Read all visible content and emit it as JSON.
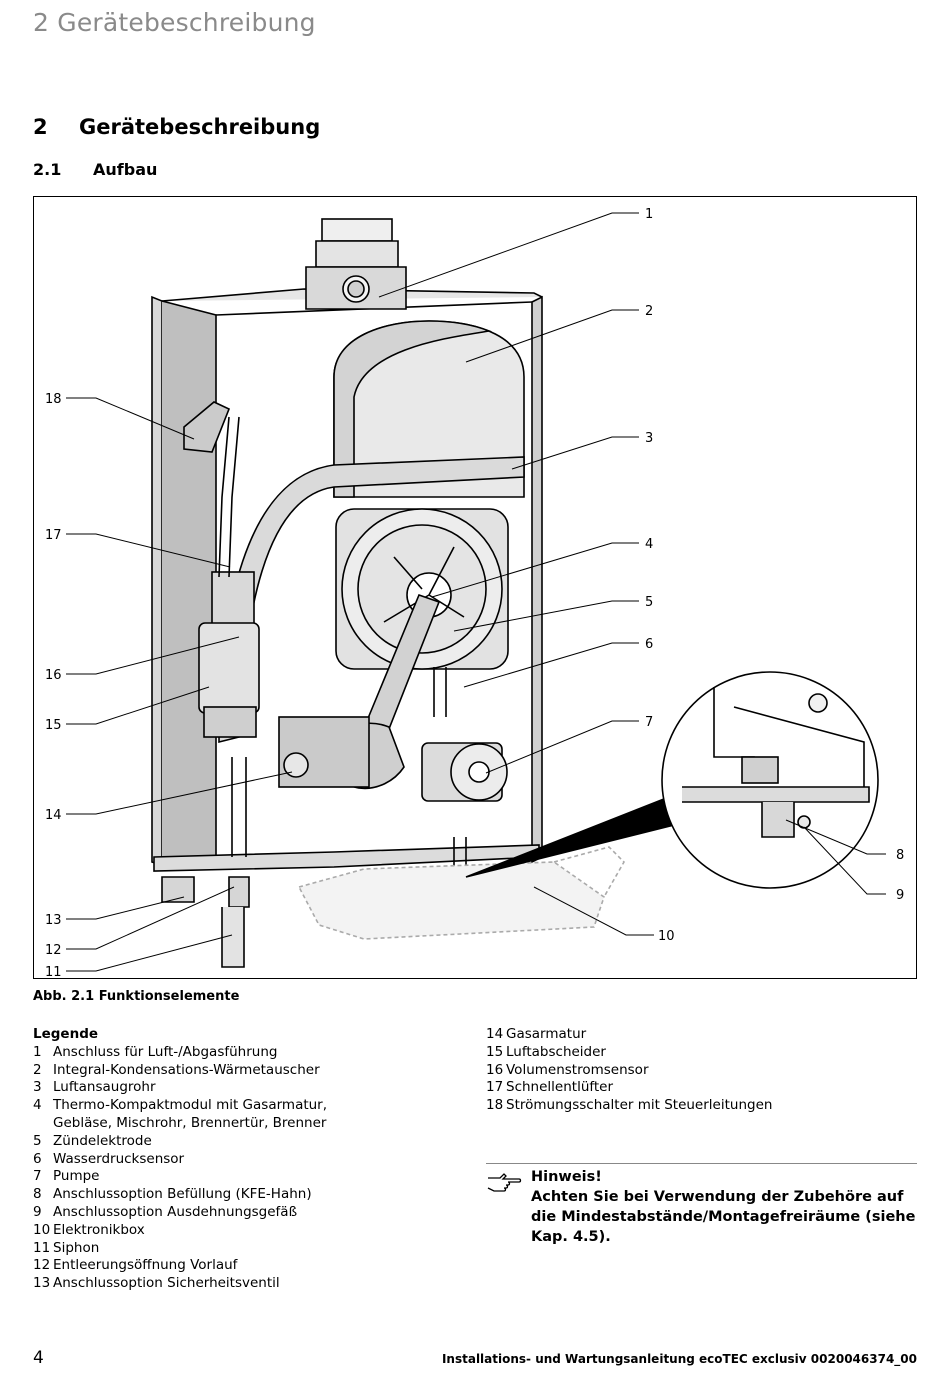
{
  "running_head": "2 Gerätebeschreibung",
  "section": {
    "number": "2",
    "title": "Gerätebeschreibung"
  },
  "subsection": {
    "number": "2.1",
    "title": "Aufbau"
  },
  "figure": {
    "caption": "Abb. 2.1 Funktionselemente",
    "callouts": [
      "1",
      "2",
      "3",
      "4",
      "5",
      "6",
      "7",
      "8",
      "9",
      "10",
      "11",
      "12",
      "13",
      "14",
      "15",
      "16",
      "17",
      "18"
    ]
  },
  "legend": {
    "title": "Legende",
    "left_items": [
      {
        "n": "1",
        "text": "Anschluss für Luft-/Abgasführung"
      },
      {
        "n": "2",
        "text": "Integral-Kondensations-Wärmetauscher"
      },
      {
        "n": "3",
        "text": "Luftansaugrohr"
      },
      {
        "n": "4",
        "text": "Thermo-Kompaktmodul mit Gasarmatur, Gebläse, Mischrohr, Brennertür, Brenner"
      },
      {
        "n": "5",
        "text": "Zündelektrode"
      },
      {
        "n": "6",
        "text": "Wasserdrucksensor"
      },
      {
        "n": "7",
        "text": "Pumpe"
      },
      {
        "n": "8",
        "text": "Anschlussoption Befüllung (KFE-Hahn)"
      },
      {
        "n": "9",
        "text": "Anschlussoption Ausdehnungsgefäß"
      },
      {
        "n": "10",
        "text": "Elektronikbox"
      },
      {
        "n": "11",
        "text": "Siphon"
      },
      {
        "n": "12",
        "text": "Entleerungsöffnung Vorlauf"
      },
      {
        "n": "13",
        "text": "Anschlussoption Sicherheitsventil"
      }
    ],
    "right_items": [
      {
        "n": "14",
        "text": "Gasarmatur"
      },
      {
        "n": "15",
        "text": "Luftabscheider"
      },
      {
        "n": "16",
        "text": "Volumenstromsensor"
      },
      {
        "n": "17",
        "text": "Schnellentlüfter"
      },
      {
        "n": "18",
        "text": "Strömungsschalter mit Steuerleitungen"
      }
    ]
  },
  "note": {
    "icon": "pointing-hand-icon",
    "title": "Hinweis!",
    "text": "Achten Sie bei Verwendung der Zubehöre auf die Mindestabstände/Montagefreiräume (siehe Kap. 4.5)."
  },
  "footer": {
    "page_number": "4",
    "text": "Installations- und Wartungsanleitung ecoTEC exclusiv 0020046374_00"
  }
}
